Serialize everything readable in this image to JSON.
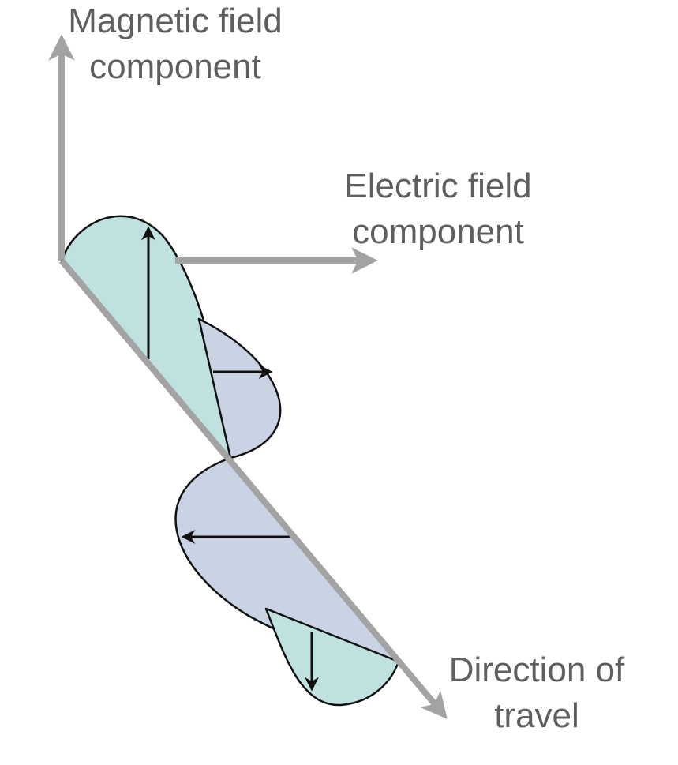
{
  "labels": {
    "magnetic": {
      "line1": "Magnetic field",
      "line2": "component"
    },
    "electric": {
      "line1": "Electric field",
      "line2": "component"
    },
    "direction": {
      "line1": "Direction of",
      "line2": "travel"
    }
  },
  "colors": {
    "axis": "#a3a3a3",
    "label_text": "#5f5f5f",
    "magnetic_fill": "#bfe1df",
    "electric_fill": "#c9d3e4",
    "outline": "#111111",
    "vector": "#111111"
  }
}
